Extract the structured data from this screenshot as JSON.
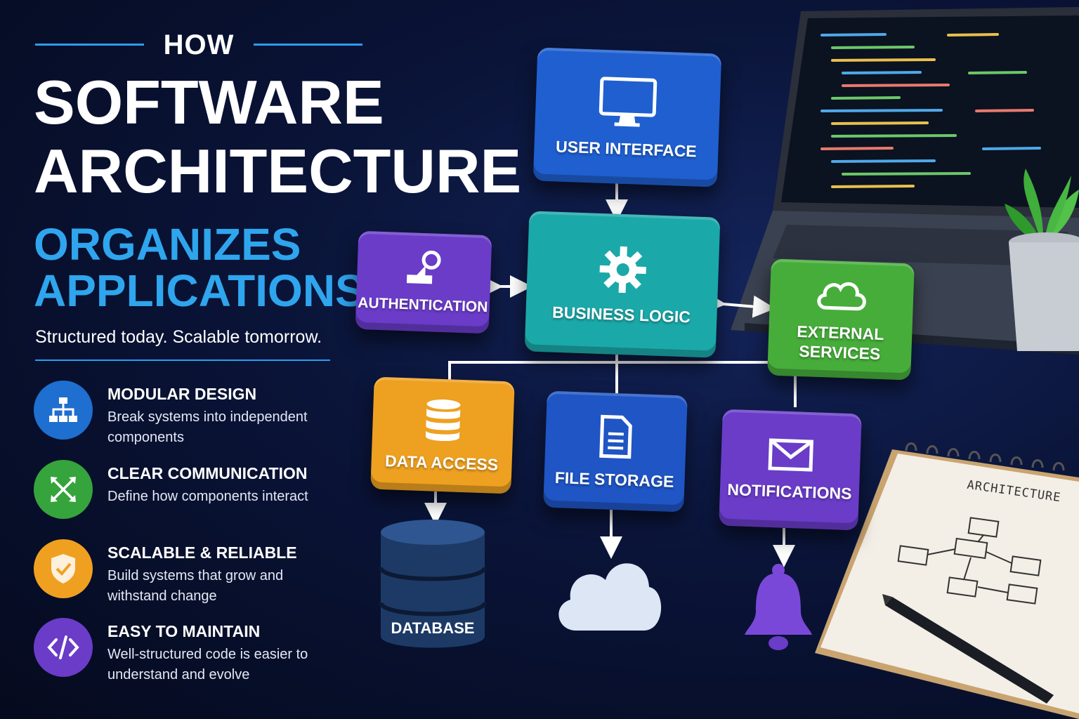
{
  "header": {
    "how": "HOW",
    "title_line1": "SOFTWARE",
    "title_line2": "ARCHITECTURE",
    "subtitle_line1": "ORGANIZES",
    "subtitle_line2": "APPLICATIONS",
    "tagline": "Structured today. Scalable tomorrow."
  },
  "features": [
    {
      "title": "MODULAR DESIGN",
      "desc": "Break systems into independent components",
      "icon": "hierarchy-icon",
      "color": "#1e6fd0"
    },
    {
      "title": "CLEAR COMMUNICATION",
      "desc": "Define how components interact",
      "icon": "arrows-cross-icon",
      "color": "#36a43c"
    },
    {
      "title": "SCALABLE & RELIABLE",
      "desc": "Build systems that grow and withstand change",
      "icon": "shield-check-icon",
      "color": "#f0a020"
    },
    {
      "title": "EASY TO MAINTAIN",
      "desc": "Well-structured code is easier to understand and evolve",
      "icon": "code-icon",
      "color": "#6a3cc8"
    }
  ],
  "diagram": {
    "user_interface": {
      "label": "USER INTERFACE",
      "icon": "monitor-icon",
      "color": "#1f5fd0"
    },
    "business_logic": {
      "label": "BUSINESS LOGIC",
      "icon": "gear-icon",
      "color": "#1ba8a8"
    },
    "authentication": {
      "label": "AUTHENTICATION",
      "icon": "user-key-icon",
      "color": "#6a3cc8"
    },
    "external_services": {
      "label_line1": "EXTERNAL",
      "label_line2": "SERVICES",
      "icon": "cloud-icon",
      "color": "#46ad3a"
    },
    "data_access": {
      "label": "DATA ACCESS",
      "icon": "database-icon",
      "color": "#eea020"
    },
    "file_storage": {
      "label": "FILE STORAGE",
      "icon": "document-icon",
      "color": "#1f55c4"
    },
    "notifications": {
      "label": "NOTIFICATIONS",
      "icon": "envelope-icon",
      "color": "#6a3cc8"
    },
    "database": {
      "label": "DATABASE"
    }
  },
  "notebook": {
    "heading": "ARCHITECTURE"
  }
}
